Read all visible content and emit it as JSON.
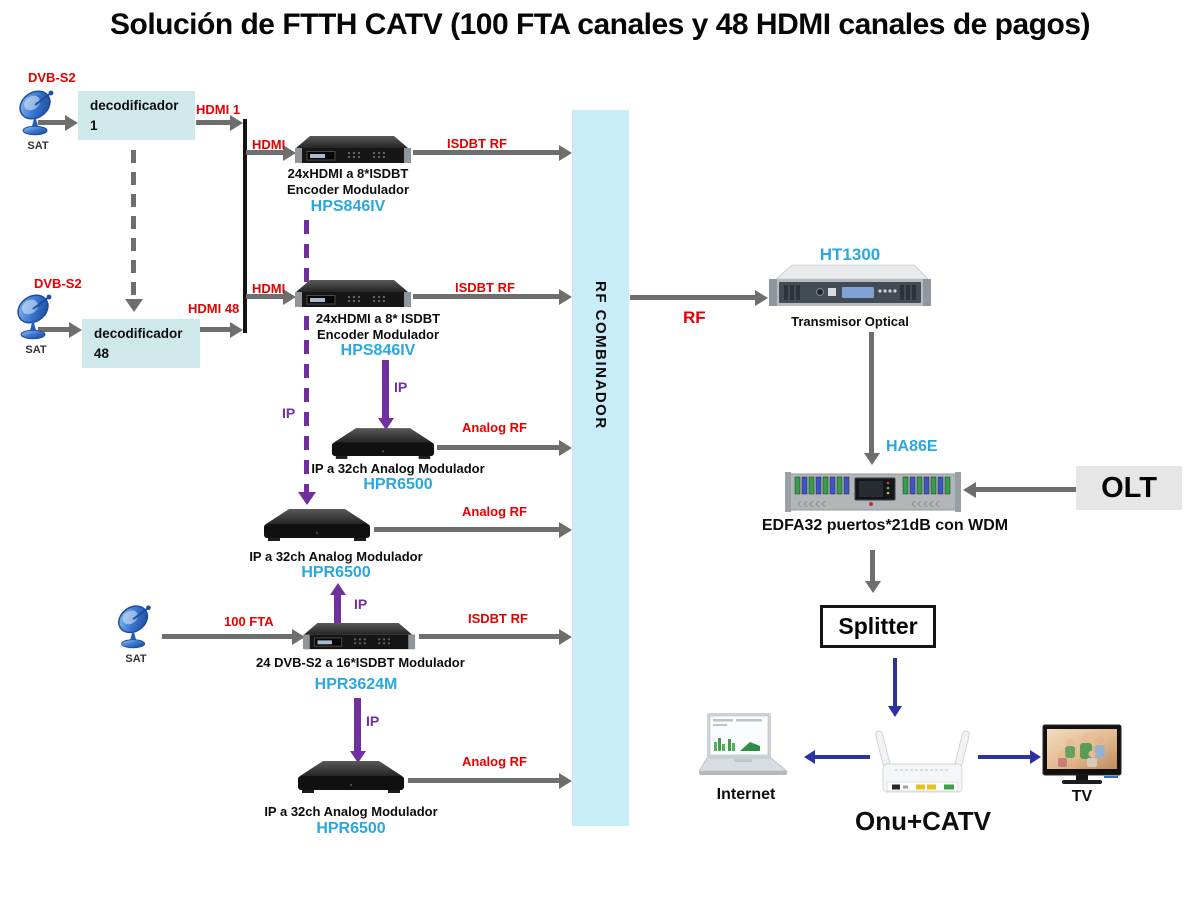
{
  "title": "Solución de FTTH CATV (100 FTA canales y 48 HDMI canales de pagos)",
  "colors": {
    "signal_label_red": "#e60000",
    "model_cyan": "#29a8e0",
    "ip_purple": "#7030a0",
    "arrow_gray": "#6e6e6e",
    "home_arrow_blue": "#2d31a6",
    "combiner_bg": "#c9ecf9",
    "decoder_bg": "#cfe8ea",
    "olt_bg": "#e6e6e6"
  },
  "labels": {
    "sat": "SAT",
    "dvbs2": "DVB-S2",
    "hdmi": "HDMI",
    "hdmi_1": "HDMI 1",
    "hdmi_48": "HDMI 48",
    "fta_100": "100 FTA",
    "isdbt_rf": "ISDBT RF",
    "analog_rf": "Analog RF",
    "ip": "IP",
    "rf": "RF"
  },
  "nodes": {
    "decoder1": {
      "name": "decodificador",
      "number": "1"
    },
    "decoder48": {
      "name": "decodificador",
      "number": "48"
    },
    "encoder1": {
      "line1": "24xHDMI a 8*ISDBT",
      "line2": "Encoder Modulador",
      "model": "HPS846IV"
    },
    "encoder2": {
      "line1": "24xHDMI a 8* ISDBT",
      "line2": "Encoder Modulador",
      "model": "HPS846IV"
    },
    "analog_mod1": {
      "desc": "IP a 32ch Analog Modulador",
      "model": "HPR6500"
    },
    "analog_mod2": {
      "desc": "IP a 32ch Analog Modulador",
      "model": "HPR6500"
    },
    "isdbt_mod": {
      "desc": "24 DVB-S2 a 16*ISDBT Modulador",
      "model": "HPR3624M"
    },
    "analog_mod3": {
      "desc": "IP a 32ch Analog Modulador",
      "model": "HPR6500"
    },
    "combiner": {
      "label": "RF COMBINADOR"
    },
    "optical_tx": {
      "model": "HT1300",
      "desc": "Transmisor Optical"
    },
    "edfa": {
      "model": "HA86E",
      "desc": "EDFA32 puertos*21dB con WDM"
    },
    "olt": {
      "label": "OLT"
    },
    "splitter": {
      "label": "Splitter"
    },
    "onu": {
      "label": "Onu+CATV"
    },
    "internet": {
      "label": "Internet"
    },
    "tv": {
      "label": "TV"
    }
  }
}
